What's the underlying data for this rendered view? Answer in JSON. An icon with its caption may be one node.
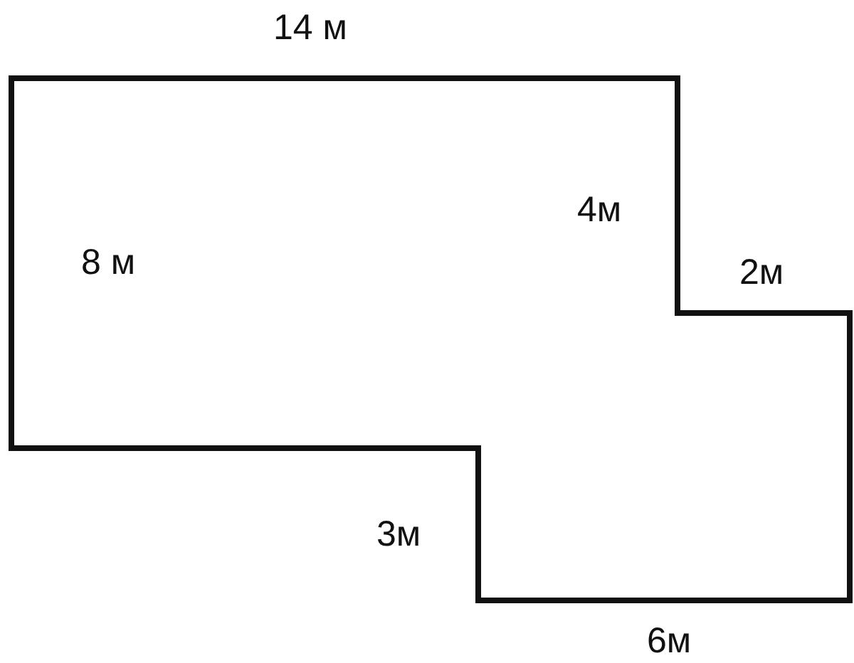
{
  "diagram": {
    "labels": [
      "14 м",
      "4м",
      "8 м",
      "2м",
      "3м",
      "6м"
    ]
  }
}
